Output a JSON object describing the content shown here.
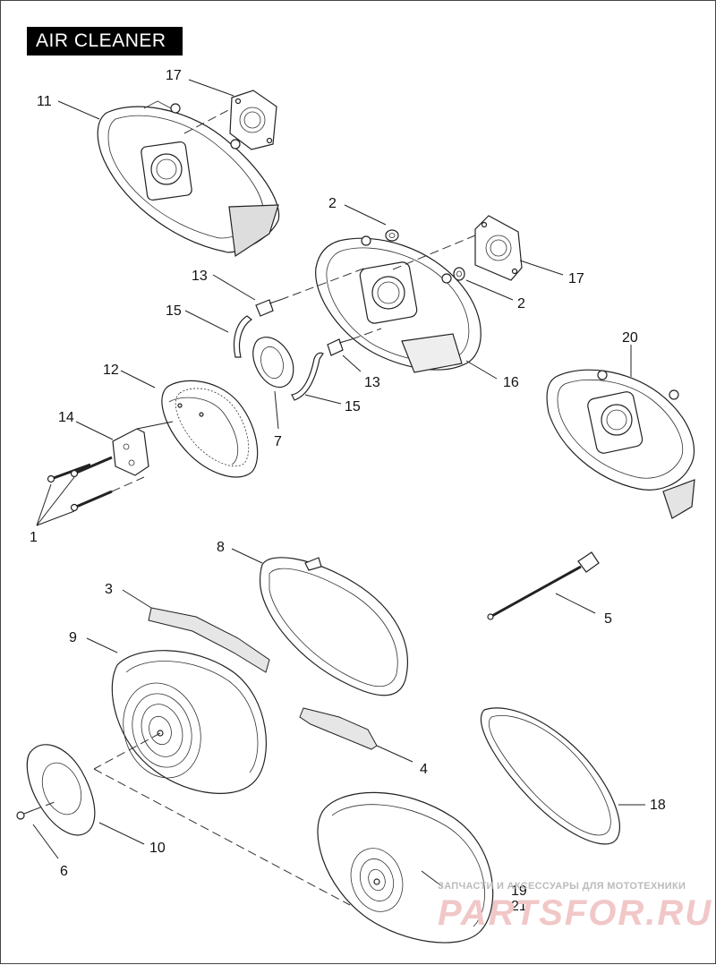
{
  "title": "AIR CLEANER",
  "callouts": [
    {
      "id": "c17a",
      "label": "17"
    },
    {
      "id": "c11",
      "label": "11"
    },
    {
      "id": "c2a",
      "label": "2"
    },
    {
      "id": "c17b",
      "label": "17"
    },
    {
      "id": "c13a",
      "label": "13"
    },
    {
      "id": "c2b",
      "label": "2"
    },
    {
      "id": "c15a",
      "label": "15"
    },
    {
      "id": "c20",
      "label": "20"
    },
    {
      "id": "c12",
      "label": "12"
    },
    {
      "id": "c13b",
      "label": "13"
    },
    {
      "id": "c16",
      "label": "16"
    },
    {
      "id": "c15b",
      "label": "15"
    },
    {
      "id": "c14",
      "label": "14"
    },
    {
      "id": "c7",
      "label": "7"
    },
    {
      "id": "c1",
      "label": "1"
    },
    {
      "id": "c8",
      "label": "8"
    },
    {
      "id": "c3",
      "label": "3"
    },
    {
      "id": "c5",
      "label": "5"
    },
    {
      "id": "c9",
      "label": "9"
    },
    {
      "id": "c4",
      "label": "4"
    },
    {
      "id": "c18",
      "label": "18"
    },
    {
      "id": "c10",
      "label": "10"
    },
    {
      "id": "c6",
      "label": "6"
    },
    {
      "id": "c19",
      "label": "19"
    },
    {
      "id": "c21",
      "label": "21"
    }
  ],
  "watermark": {
    "text": "ЗАПЧАСТИ И АКСЕССУАРЫ ДЛЯ МОТОТЕХНИКИ",
    "logo": "PARTSFOR.RU"
  }
}
